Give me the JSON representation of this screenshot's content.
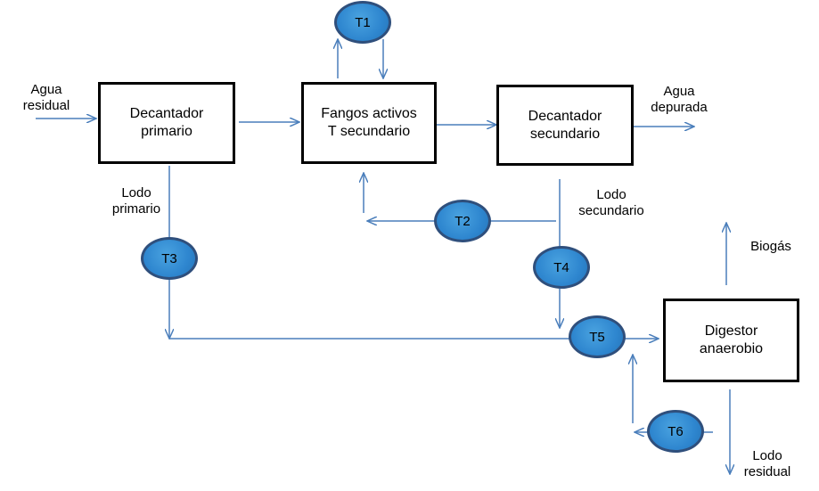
{
  "boxes": {
    "decantador_primario": [
      "Decantador",
      "primario"
    ],
    "fangos_activos": [
      "Fangos activos",
      "T secundario"
    ],
    "decantador_secundario": [
      "Decantador",
      "secundario"
    ],
    "digestor": [
      "Digestor",
      "anaerobio"
    ]
  },
  "labels": {
    "agua_residual": [
      "Agua",
      "residual"
    ],
    "agua_depurada": [
      "Agua",
      "depurada"
    ],
    "lodo_primario": [
      "Lodo",
      "primario"
    ],
    "lodo_secundario": [
      "Lodo",
      "secundario"
    ],
    "biogas": "Biogás",
    "lodo_residual": [
      "Lodo",
      "residual"
    ]
  },
  "nodes": {
    "t1": "T1",
    "t2": "T2",
    "t3": "T3",
    "t4": "T4",
    "t5": "T5",
    "t6": "T6"
  },
  "colors": {
    "arrow": "#4a7ebb",
    "node_fill": "#2e86cf",
    "node_border": "#2f4f7c",
    "box_border": "#000000"
  }
}
